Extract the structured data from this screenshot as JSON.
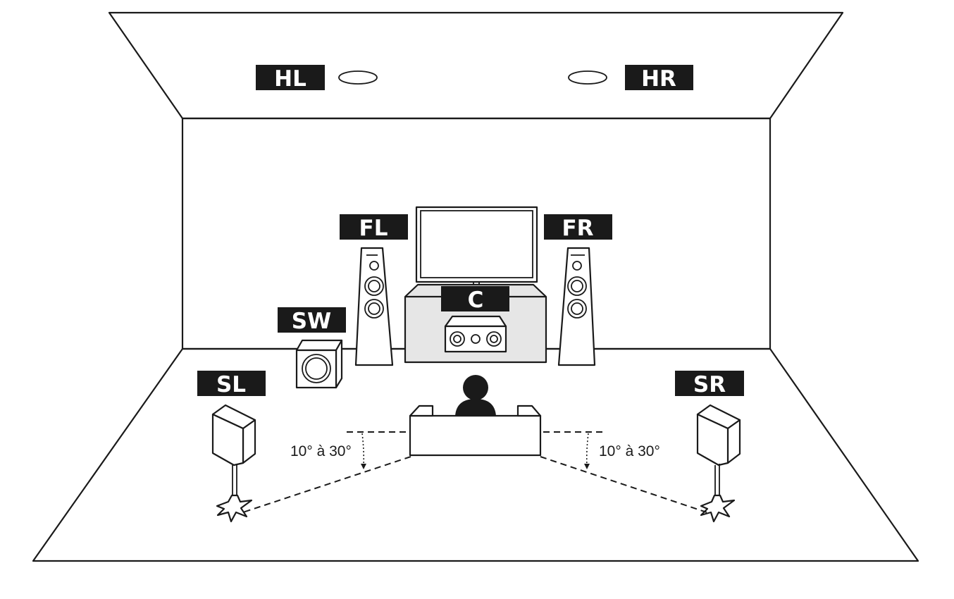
{
  "speakers": {
    "hl": "HL",
    "hr": "HR",
    "fl": "FL",
    "fr": "FR",
    "c": "C",
    "sw": "SW",
    "sl": "SL",
    "sr": "SR"
  },
  "angles": {
    "left": "10° à 30°",
    "right": "10° à 30°"
  },
  "colors": {
    "label_bg": "#1a1a1a",
    "label_text": "#ffffff",
    "stand_fill": "#e6e6e6",
    "line": "#1a1a1a"
  }
}
